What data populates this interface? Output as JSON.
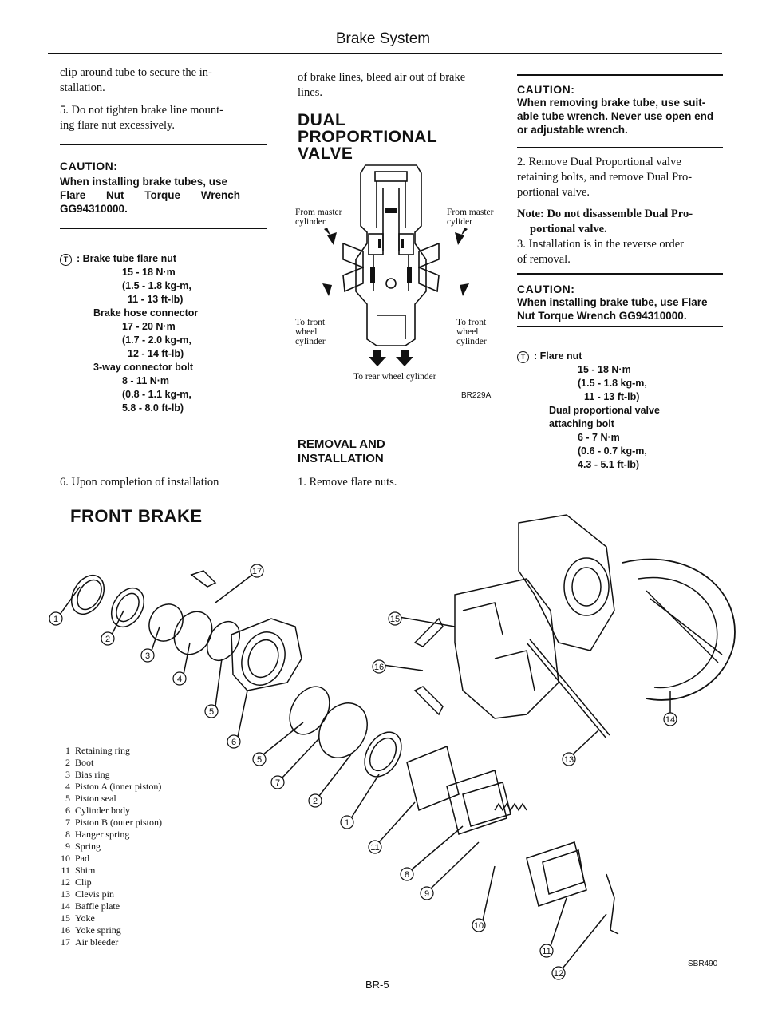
{
  "header": {
    "title": "Brake System"
  },
  "col1": {
    "text1_line1": "clip around tube to secure the in-",
    "text1_line2": "stallation.",
    "step5_line1": "5.  Do not tighten brake line mount-",
    "step5_line2": "ing flare nut excessively.",
    "caution1": {
      "heading": "CAUTION:",
      "line1": "When installing brake tubes, use",
      "line2": "Flare Nut Torque Wrench",
      "line3": "GG94310000."
    },
    "torque": {
      "symbol": "T",
      "item1": "Brake tube flare nut",
      "item1_v1": "15 - 18 N·m",
      "item1_v2": "(1.5 - 1.8 kg-m,",
      "item1_v3": "11 - 13 ft-lb)",
      "item2": "Brake hose connector",
      "item2_v1": "17 - 20 N·m",
      "item2_v2": "(1.7 - 2.0 kg-m,",
      "item2_v3": "12 - 14 ft-lb)",
      "item3": "3-way connector bolt",
      "item3_v1": "8 - 11 N·m",
      "item3_v2": "(0.8 - 1.1 kg-m,",
      "item3_v3": "5.8 - 8.0 ft-lb)"
    },
    "step6": "6.  Upon completion of installation"
  },
  "front_brake": {
    "heading": "FRONT BRAKE"
  },
  "col2": {
    "text1_line1": "of brake lines, bleed air out of brake",
    "text1_line2": "lines.",
    "heading_line1": "DUAL",
    "heading_line2": "PROPORTIONAL",
    "heading_line3": "VALVE",
    "diagram": {
      "from_master_left_1": "From master",
      "from_master_left_2": "cylinder",
      "from_master_right_1": "From master",
      "from_master_right_2": "cylider",
      "to_front_left_1": "To front",
      "to_front_left_2": "wheel",
      "to_front_left_3": "cylinder",
      "to_front_right_1": "To front",
      "to_front_right_2": "wheel",
      "to_front_right_3": "cylinder",
      "to_rear": "To rear wheel cylinder",
      "code": "BR229A"
    },
    "removal_line1": "REMOVAL AND",
    "removal_line2": "INSTALLATION",
    "step1": "1.   Remove flare nuts."
  },
  "col3": {
    "caution1": {
      "heading": "CAUTION:",
      "line1": "When removing brake tube, use suit-",
      "line2": "able tube wrench. Never use open end",
      "line3": "or adjustable wrench."
    },
    "step2_line1": "2.   Remove Dual Proportional valve",
    "step2_line2": "retaining bolts, and remove Dual Pro-",
    "step2_line3": "portional valve.",
    "note_line1": "Note: Do not disassemble Dual Pro-",
    "note_line2": "portional valve.",
    "step3_line1": "3.   Installation is in the reverse order",
    "step3_line2": "of removal.",
    "caution2": {
      "heading": "CAUTION:",
      "line1": "When installing brake tube, use Flare",
      "line2": "Nut Torque Wrench GG94310000."
    },
    "torque": {
      "symbol": "T",
      "item1": "Flare nut",
      "item1_v1": "15 - 18 N·m",
      "item1_v2": "(1.5 - 1.8 kg-m,",
      "item1_v3": "11 - 13 ft-lb)",
      "item2_line1": "Dual proportional valve",
      "item2_line2": "attaching bolt",
      "item2_v1": "6 - 7 N·m",
      "item2_v2": "(0.6 - 0.7 kg-m,",
      "item2_v3": "4.3 - 5.1 ft-lb)"
    }
  },
  "parts_list": [
    {
      "n": "1",
      "label": "Retaining ring"
    },
    {
      "n": "2",
      "label": "Boot"
    },
    {
      "n": "3",
      "label": "Bias ring"
    },
    {
      "n": "4",
      "label": "Piston A (inner piston)"
    },
    {
      "n": "5",
      "label": "Piston seal"
    },
    {
      "n": "6",
      "label": "Cylinder body"
    },
    {
      "n": "7",
      "label": "Piston B (outer piston)"
    },
    {
      "n": "8",
      "label": "Hanger spring"
    },
    {
      "n": "9",
      "label": "Spring"
    },
    {
      "n": "10",
      "label": "Pad"
    },
    {
      "n": "11",
      "label": "Shim"
    },
    {
      "n": "12",
      "label": "Clip"
    },
    {
      "n": "13",
      "label": "Clevis pin"
    },
    {
      "n": "14",
      "label": "Baffle plate"
    },
    {
      "n": "15",
      "label": "Yoke"
    },
    {
      "n": "16",
      "label": "Yoke spring"
    },
    {
      "n": "17",
      "label": "Air bleeder"
    }
  ],
  "callouts": [
    "1",
    "2",
    "3",
    "4",
    "5",
    "6",
    "5",
    "7",
    "2",
    "1",
    "11",
    "8",
    "9",
    "10",
    "11",
    "12",
    "13",
    "14",
    "15",
    "16",
    "17"
  ],
  "figure_code": "SBR490",
  "page_number": "BR-5"
}
